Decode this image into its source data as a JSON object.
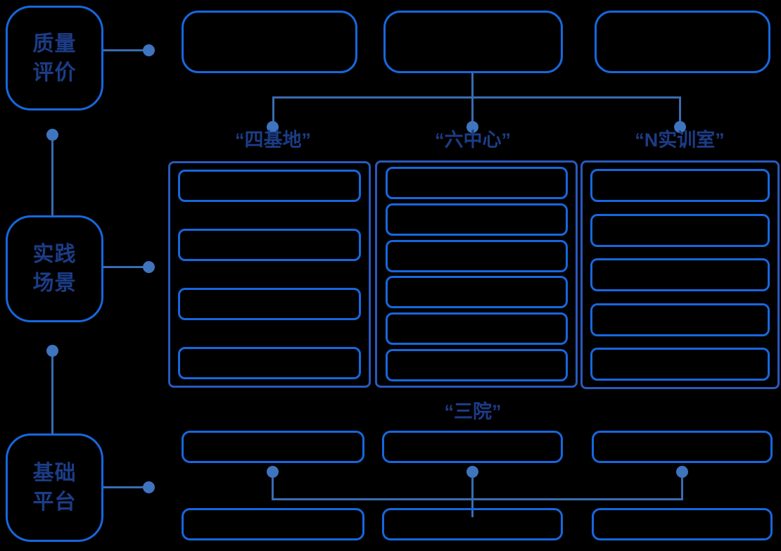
{
  "colors": {
    "background": "#000000",
    "box_border": "#1767DE",
    "container_border": "#2A58BC",
    "connector": "#3A6CB0",
    "connector_dot": "#3F74BE",
    "label_text": "#1C3C86"
  },
  "left_nodes": [
    {
      "line1": "质量",
      "line2": "评价"
    },
    {
      "line1": "实践",
      "line2": "场景"
    },
    {
      "line1": "基础",
      "line2": "平台"
    }
  ],
  "group_labels": {
    "four_bases": "“四基地”",
    "six_centers": "“六中心”",
    "n_training_rooms": "“N实训室”",
    "three_institutes": "“三院”"
  },
  "structure": {
    "top_row_boxes": 3,
    "four_bases_boxes": 4,
    "six_centers_boxes": 6,
    "n_training_rooms_boxes": 5,
    "three_institutes_boxes": 3,
    "platform_row_boxes": 3
  }
}
